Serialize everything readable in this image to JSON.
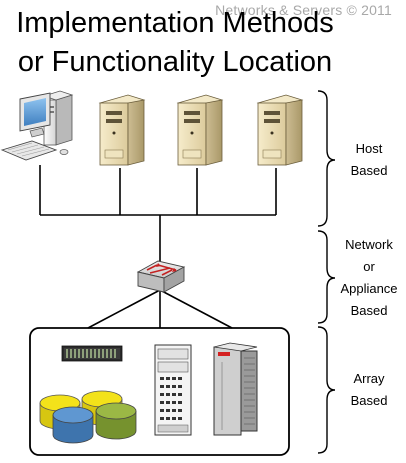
{
  "watermark": "Networks & Servers © 2011",
  "title": {
    "line1": "Implementation Methods",
    "line2": "or Functionality Location"
  },
  "tiers": [
    {
      "lines": [
        "Host",
        "Based"
      ]
    },
    {
      "lines": [
        "Network",
        "or",
        "Appliance",
        "Based"
      ]
    },
    {
      "lines": [
        "Array",
        "Based"
      ]
    }
  ],
  "icons": {
    "workstation": "desktop-computer-icon",
    "server": "tower-server-icon",
    "switch": "network-switch-icon",
    "disk_shelf": "disk-shelf-icon",
    "storage_rack": "storage-rack-icon",
    "array_cabinet": "storage-array-cabinet-icon",
    "disk_pool": "disk-cylinder-icon"
  },
  "colors": {
    "server_body": "#e9dcb6",
    "server_side": "#c9b98e",
    "switch_body": "#d9d9d9",
    "disk_yellow": "#f3e21a",
    "disk_blue": "#4b86c3",
    "disk_green": "#8dab3a",
    "array_accent": "#d42020",
    "line": "#000000"
  }
}
